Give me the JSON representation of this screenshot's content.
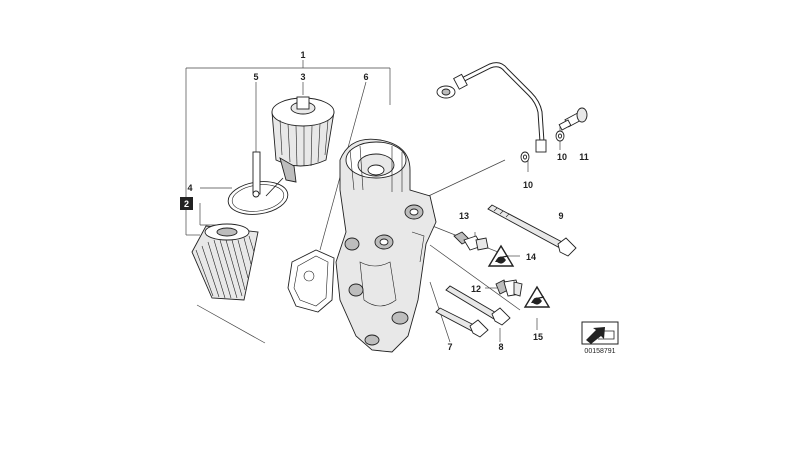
{
  "callouts": {
    "c1": "1",
    "c2": "2",
    "c3": "3",
    "c4": "4",
    "c5": "5",
    "c6": "6",
    "c7": "7",
    "c8": "8",
    "c9": "9",
    "c10a": "10",
    "c10b": "10",
    "c11": "11",
    "c12": "12",
    "c13": "13",
    "c14": "14",
    "c15": "15"
  },
  "drawing_code": "00158791",
  "icons": {
    "warning_triangle": "warning-triangle-icon",
    "direction_arrow": "arrow-icon"
  }
}
